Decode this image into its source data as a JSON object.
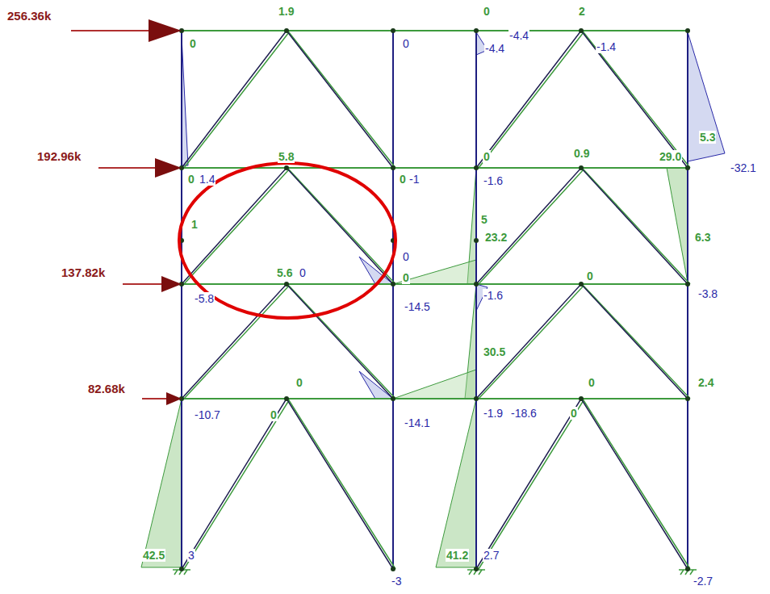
{
  "diagram": {
    "labels": [
      "256.36k",
      "192.96k",
      "137.82k",
      "82.68k",
      "1.9",
      "0",
      "0",
      "0",
      "2",
      "-4.4",
      "-4.4",
      "-1.4",
      "5.3",
      "-32.1",
      "5.8",
      "0",
      "1.4",
      "0",
      "-1",
      "0",
      "-1.6",
      "0.9",
      "29.0",
      "1",
      "5",
      "23.2",
      "6.3",
      "0",
      "5.6",
      "0",
      "0",
      "-5.8",
      "-14.5",
      "-1.6",
      "0",
      "-3.8",
      "30.5",
      "0",
      "0",
      "2.4",
      "-10.7",
      "0",
      "-14.1",
      "-1.9",
      "-18.6",
      "0",
      "42.5",
      "3",
      "-3",
      "41.2",
      "2.7",
      "-2.7"
    ]
  }
}
